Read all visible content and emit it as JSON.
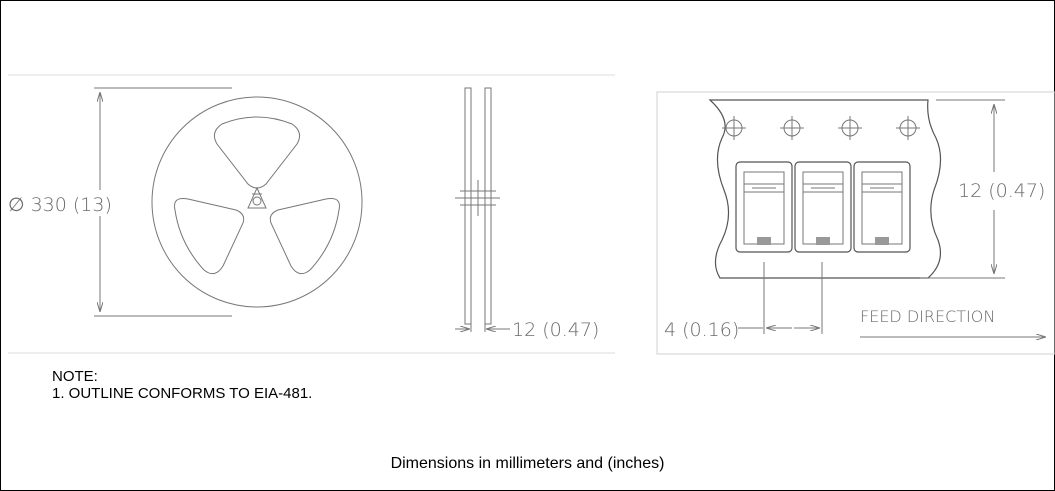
{
  "reel_view": {
    "diameter_label": "∅ 330 (13)"
  },
  "side_view": {
    "width_label": "12 (0.47)"
  },
  "tape_view": {
    "tape_width_label": "12 (0.47)",
    "pitch_label": "4 (0.16)",
    "feed_label": "FEED DIRECTION"
  },
  "notes": {
    "heading": "NOTE:",
    "item_1": "1.  OUTLINE CONFORMS TO  EIA-481."
  },
  "caption": "Dimensions in millimeters and (inches)"
}
